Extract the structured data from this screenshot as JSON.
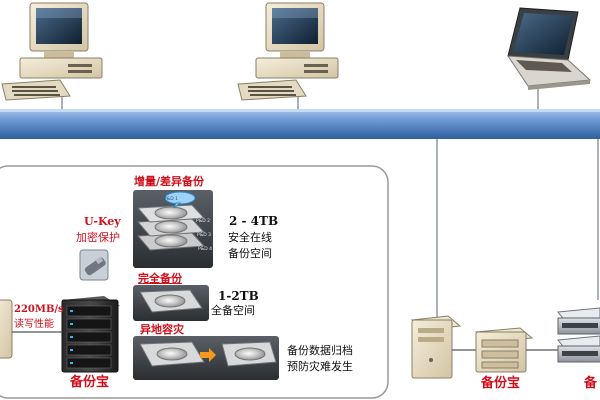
{
  "diagram": {
    "labels": {
      "incremental_backup": "增量/差异备份",
      "incremental_capacity": "2 - 4TB",
      "incremental_desc_1": "安全在线",
      "incremental_desc_2": "备份空间",
      "full_backup": "完全备份",
      "full_capacity": "1-2TB",
      "full_desc": "全备空间",
      "offsite_backup": "异地容灾",
      "offsite_desc_1": "备份数据归档",
      "offsite_desc_2": "预防灾难发生",
      "ukey_title": "U-Key",
      "ukey_desc": "加密保护",
      "speed_value": "220MB/s",
      "speed_desc": "读写性能",
      "device_main": "备份宝",
      "device_remote": "备份宝",
      "device_server_partial": "备"
    },
    "disk_bubble_text": "P&D 1",
    "disk_side_labels": [
      "P&D 2",
      "P&D 3",
      "P&D 4"
    ],
    "colors": {
      "bus": "#5b8ccd",
      "bus_dark": "#2f5e9c",
      "accent_red": "#d0101c",
      "panel_border": "#9a9a9a",
      "tray_dark": "#3e4347"
    }
  }
}
